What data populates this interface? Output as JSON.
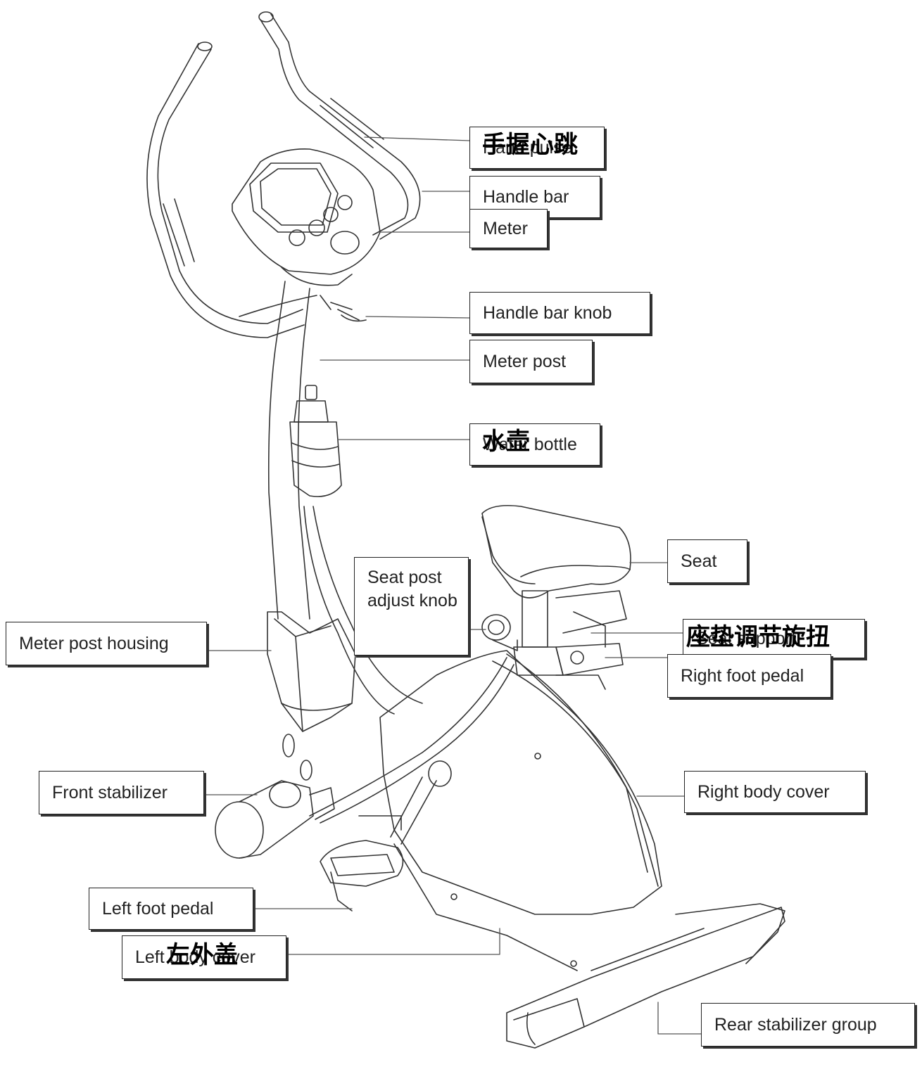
{
  "labels": {
    "hand_pulse": "Hand pulse",
    "hand_pulse_cn": "手握心跳",
    "handle_bar": "Handle bar",
    "meter": "Meter",
    "handle_bar_knob": "Handle bar knob",
    "meter_post": "Meter post",
    "water_bottle": "Water bottle",
    "water_bottle_cn": "水壶",
    "seat": "Seat",
    "seat_post_adjust_knob": "Seat post adjust knob",
    "seat_support": "Seat support",
    "seat_support_cn": "座垫调节旋扭",
    "right_foot_pedal": "Right foot pedal",
    "meter_post_housing": "Meter post housing",
    "front_stabilizer": "Front stabilizer",
    "right_body_cover": "Right body cover",
    "left_foot_pedal": "Left foot pedal",
    "left_body_cover": "Left body cover",
    "left_body_cover_cn": "左外盖",
    "rear_stabilizer_group": "Rear stabilizer group"
  }
}
